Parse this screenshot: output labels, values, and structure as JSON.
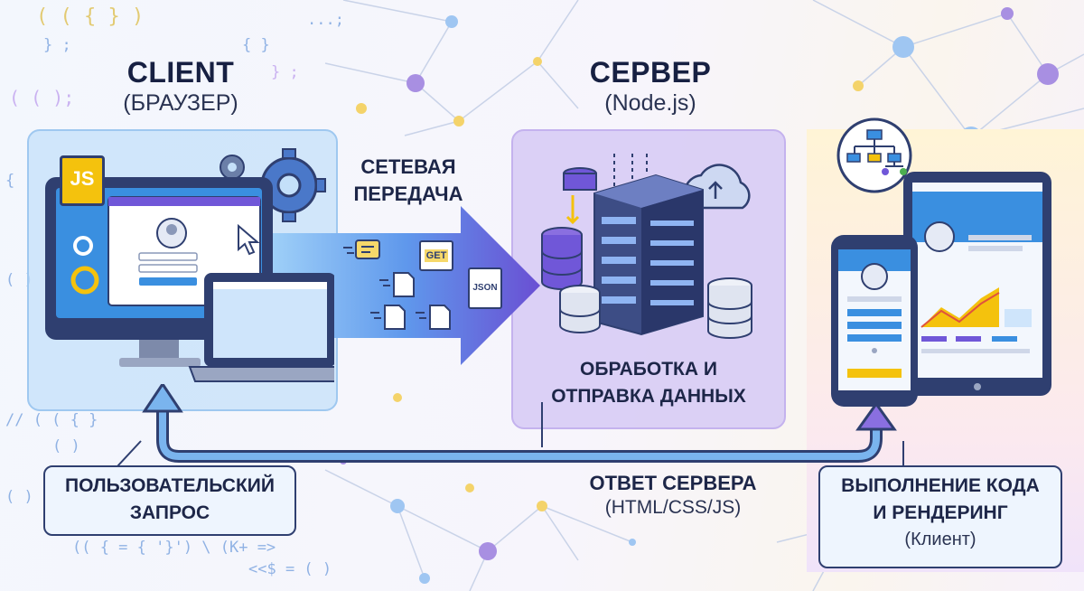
{
  "client": {
    "title": "CLIENT",
    "subtitle": "(БРАУЗЕР)"
  },
  "server": {
    "title": "СЕРВЕР",
    "subtitle": "(Node.js)",
    "caption_line1": "ОБРАБОТКА И",
    "caption_line2": "ОТПРАВКА ДАННЫХ"
  },
  "network": {
    "label_line1": "СЕТЕВАЯ",
    "label_line2": "ПЕРЕДАЧА",
    "badge_get": "GET",
    "badge_json": "JSON"
  },
  "request_box": {
    "line1": "ПОЛЬЗОВАТЕЛЬСКИЙ",
    "line2": "ЗАПРОС"
  },
  "response": {
    "line1": "ОТВЕТ СЕРВЕРА",
    "line2": "(HTML/CSS/JS)"
  },
  "render_box": {
    "line1": "ВЫПОЛНЕНИЕ КОДА",
    "line2": "И РЕНДЕРИНГ",
    "line3": "(Клиент)"
  },
  "js_badge": "JS",
  "code_snippets": [
    "( ( { } )",
    "} ;",
    "( ( );",
    "{",
    "( ) ;",
    "// ( ( { }",
    "( )",
    "<<$ = ( )",
    "(( { = { '}') \\ (K+ =>",
    "( ) ;",
    "{ }",
    "...;",
    "} ;"
  ],
  "colors": {
    "accent_blue": "#3a8fe0",
    "accent_purple": "#7057d8",
    "dark_navy": "#2f3f70",
    "js_yellow": "#f4c20d"
  }
}
